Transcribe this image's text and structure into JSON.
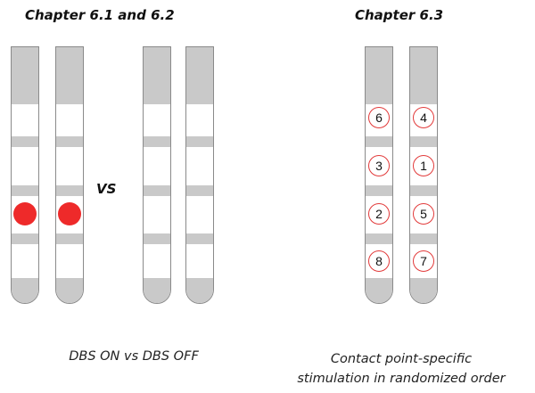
{
  "left_panel": {
    "heading": "Chapter 6.1 and 6.2",
    "vs_label": "VS",
    "caption": "DBS ON vs DBS OFF"
  },
  "right_panel": {
    "heading": "Chapter 6.3",
    "caption_line1": "Contact point-specific",
    "caption_line2": "stimulation in randomized order",
    "lead_a_contacts": [
      "6",
      "3",
      "2",
      "8"
    ],
    "lead_b_contacts": [
      "4",
      "1",
      "5",
      "7"
    ]
  },
  "colors": {
    "lead_band": "#c9c9c9",
    "active_contact": "#ee2a2a",
    "contact_outline": "#e23a3a"
  }
}
